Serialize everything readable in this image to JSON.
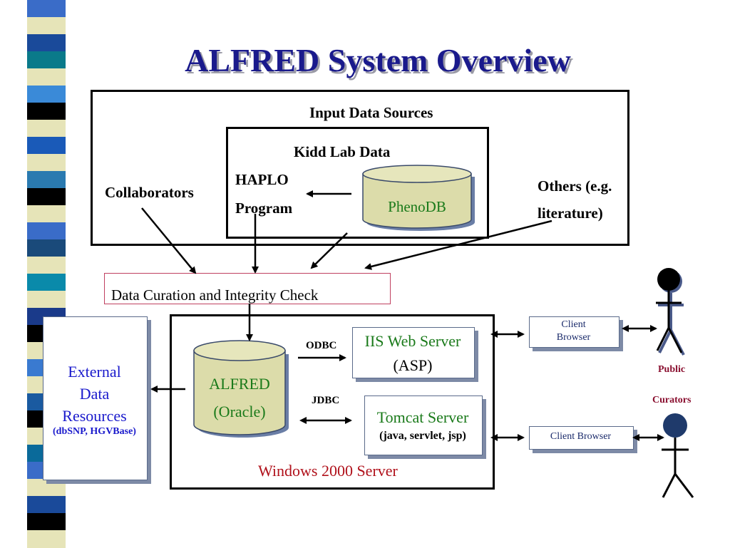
{
  "title": "ALFRED System Overview",
  "input_sources": {
    "title": "Input Data Sources",
    "kidd": {
      "title": "Kidd Lab Data",
      "haplo_line1": "HAPLO",
      "haplo_line2": "Program",
      "phenodb": "PhenoDB"
    },
    "collaborators": "Collaborators",
    "others_line1": "Others (e.g.",
    "others_line2": "literature)"
  },
  "curation": "Data Curation and Integrity Check",
  "external": {
    "line1": "External",
    "line2": "Data",
    "line3": "Resources",
    "sub": "(dbSNP, HGVBase)"
  },
  "server": {
    "alfred_line1": "ALFRED",
    "alfred_line2": "(Oracle)",
    "odbc": "ODBC",
    "jdbc": "JDBC",
    "iis_line1": "IIS Web Server",
    "iis_line2": "(ASP)",
    "tomcat_line1": "Tomcat Server",
    "tomcat_line2": "(java, servlet, jsp)",
    "windows": "Windows 2000 Server"
  },
  "clients": {
    "browser1_line1": "Client",
    "browser1_line2": "Browser",
    "browser2": "Client Browser",
    "public": "Public",
    "curators": "Curators"
  },
  "colors": {
    "title": "#1a1a8c",
    "blue_text": "#1a1acc",
    "green_text": "#1a7a1a",
    "red_text": "#b0101a",
    "db_fill": "#dcdcaa",
    "figure_public": "#000000",
    "figure_curator": "#1f3a6b"
  },
  "decor_stripe_colors": [
    "#3a6cc8",
    "#e6e4b8",
    "#1a4a9a",
    "#0a7a8a",
    "#e6e4b8",
    "#3a8ad8",
    "#000000",
    "#e6e4b8",
    "#1a5ab8",
    "#e6e4b8",
    "#2a7ab0",
    "#000000",
    "#e6e4b8",
    "#3a6cc8",
    "#1a4a7a",
    "#e6e4b8",
    "#0a8aaa",
    "#e6e4b8",
    "#1a3a8a",
    "#000000",
    "#e6e4b8",
    "#3a7ad0",
    "#e6e4b8",
    "#1a5aa0",
    "#000000",
    "#e6e4b8",
    "#0a6a9a",
    "#3a6cc8",
    "#e6e4b8",
    "#1a4a9a",
    "#000000",
    "#e6e4b8"
  ]
}
